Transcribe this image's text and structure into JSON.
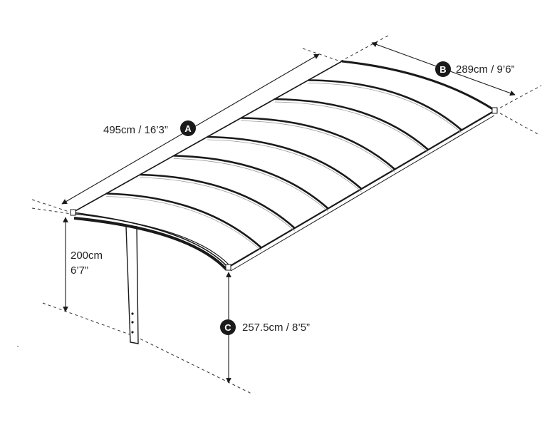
{
  "dimensions": {
    "length": {
      "marker": "A",
      "value": "495cm / 16’3”"
    },
    "width": {
      "marker": "B",
      "value": "289cm / 9’6”"
    },
    "front_height": {
      "value_metric": "200cm",
      "value_imperial": "6’7”"
    },
    "rear_height": {
      "marker": "C",
      "value": "257.5cm / 8’5”"
    }
  },
  "colors": {
    "line": "#1a1a1a",
    "dashed": "#333333",
    "badge": "#1a1a1a",
    "roof_fill": "#ffffff"
  }
}
